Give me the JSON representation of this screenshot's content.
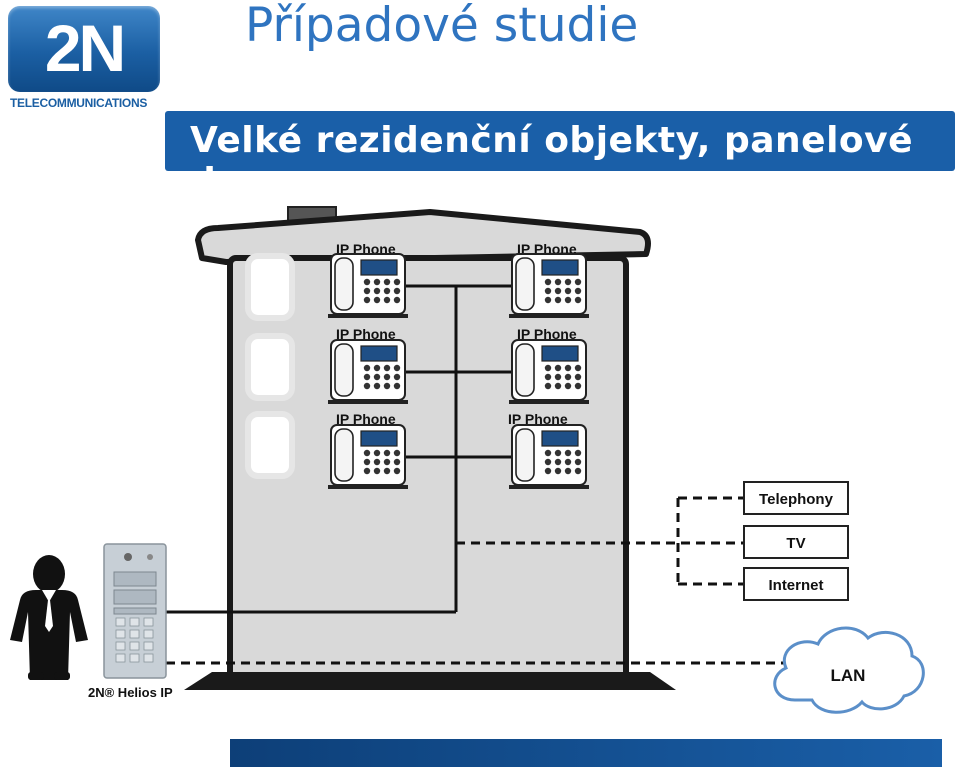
{
  "logo": {
    "mark": "2N",
    "subtext": "TELECOMMUNICATIONS"
  },
  "header": {
    "title": "Případové studie",
    "subtitle": "Velké rezidenční objekty, panelové domy"
  },
  "diagram": {
    "phones": [
      {
        "label": "IP Phone"
      },
      {
        "label": "IP Phone"
      },
      {
        "label": "IP Phone"
      },
      {
        "label": "IP Phone"
      },
      {
        "label": "IP Phone"
      },
      {
        "label": "IP Phone"
      }
    ],
    "services": [
      "Telephony",
      "TV",
      "Internet"
    ],
    "network_label": "LAN",
    "door_station_label": "2N® Helios IP",
    "icons": [
      "person-icon",
      "door-station-icon",
      "ip-phone-icon",
      "cloud-icon"
    ]
  },
  "colors": {
    "brand": "#1a5fa8",
    "title": "#2f74c0",
    "building": "#d9d9d9"
  }
}
